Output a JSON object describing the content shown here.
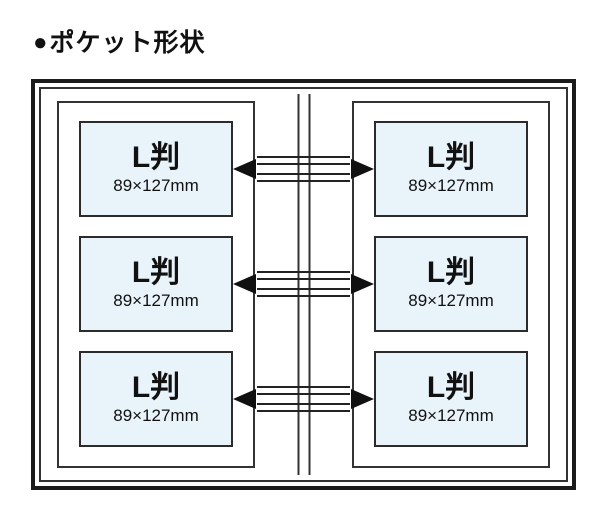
{
  "title": {
    "bullet": "●",
    "text": "ポケット形状"
  },
  "diagram": {
    "left_pockets": [
      {
        "label": "L判",
        "size": "89×127mm"
      },
      {
        "label": "L判",
        "size": "89×127mm"
      },
      {
        "label": "L判",
        "size": "89×127mm"
      }
    ],
    "right_pockets": [
      {
        "label": "L判",
        "size": "89×127mm"
      },
      {
        "label": "L判",
        "size": "89×127mm"
      },
      {
        "label": "L判",
        "size": "89×127mm"
      }
    ]
  },
  "colors": {
    "pocket_fill": "#e9f3fa",
    "frame_border": "#1b1b1b",
    "line": "#222222"
  }
}
